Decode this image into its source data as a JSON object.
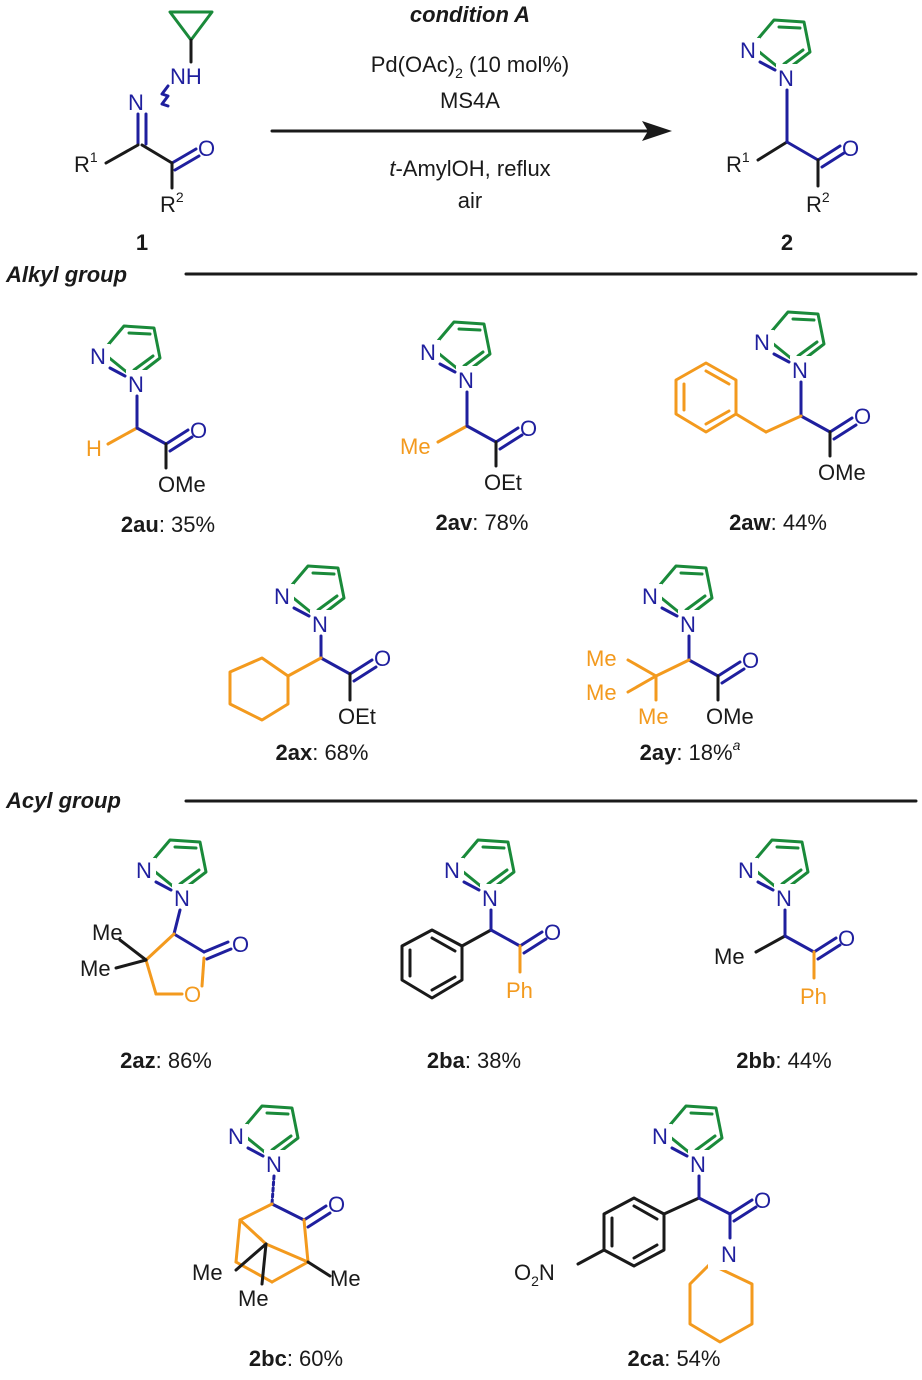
{
  "scheme": {
    "condition_title": "condition A",
    "reagent_line1_main": "Pd(OAc)",
    "reagent_line1_sub": "2",
    "reagent_line1_rest": " (10 mol%)",
    "reagent_line2": "MS4A",
    "solvent_italic": "t",
    "solvent_rest": "-AmylOH, reflux",
    "atmosphere": "air",
    "start_label": "1",
    "product_label": "2",
    "atoms": {
      "N": "N",
      "NH": "NH",
      "O": "O",
      "R1": "R",
      "R2": "R",
      "sup1": "1",
      "sup2": "2"
    }
  },
  "sections": {
    "alkyl_header": "Alkyl group",
    "acyl_header": "Acyl group"
  },
  "compounds": [
    {
      "id": "2au",
      "yield": ": 35%"
    },
    {
      "id": "2av",
      "yield": ": 78%"
    },
    {
      "id": "2aw",
      "yield": ": 44%"
    },
    {
      "id": "2ax",
      "yield": ": 68%"
    },
    {
      "id": "2ay",
      "yield": ": 18%",
      "note": "a"
    },
    {
      "id": "2az",
      "yield": ": 86%"
    },
    {
      "id": "2ba",
      "yield": ": 38%"
    },
    {
      "id": "2bb",
      "yield": ": 44%"
    },
    {
      "id": "2bc",
      "yield": ": 60%"
    },
    {
      "id": "2ca",
      "yield": ": 54%"
    }
  ],
  "substituents": {
    "H": "H",
    "Me": "Me",
    "OMe": "OMe",
    "OEt": "OEt",
    "Ph": "Ph",
    "O2N_main": "O",
    "O2N_sub": "2",
    "O2N_rest": "N"
  },
  "colors": {
    "pyrazole_ring": "#1a8a3a",
    "core": "#1f1f9e",
    "variable_group": "#f39a1e",
    "text": "#1a1a1a"
  }
}
